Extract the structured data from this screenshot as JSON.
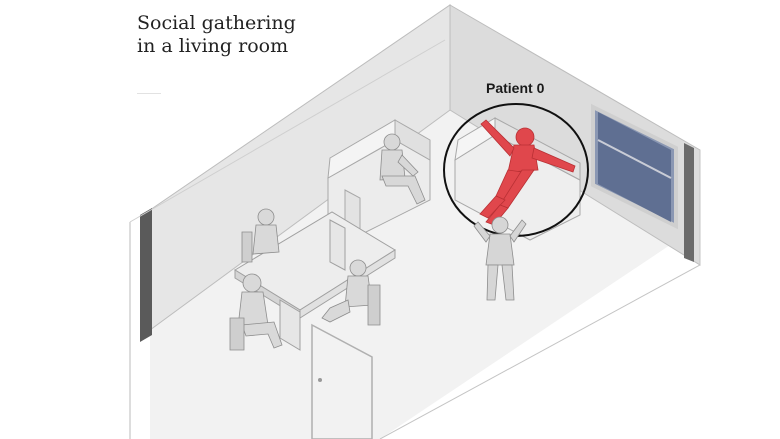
{
  "title": {
    "line1": "Social gathering",
    "line2": "in a living room"
  },
  "labels": {
    "patient": "Patient 0"
  },
  "colors": {
    "patient": "#e0474c",
    "figure": "#d4d4d4",
    "figure_stroke": "#9a9a9a",
    "wall": "#e4e4e4",
    "floor": "#f1f1f1",
    "window": "#5e6f8f",
    "highlight_circle": "#111111"
  },
  "icons": [
    "person-figure",
    "sofa",
    "table",
    "chair",
    "door",
    "window"
  ]
}
